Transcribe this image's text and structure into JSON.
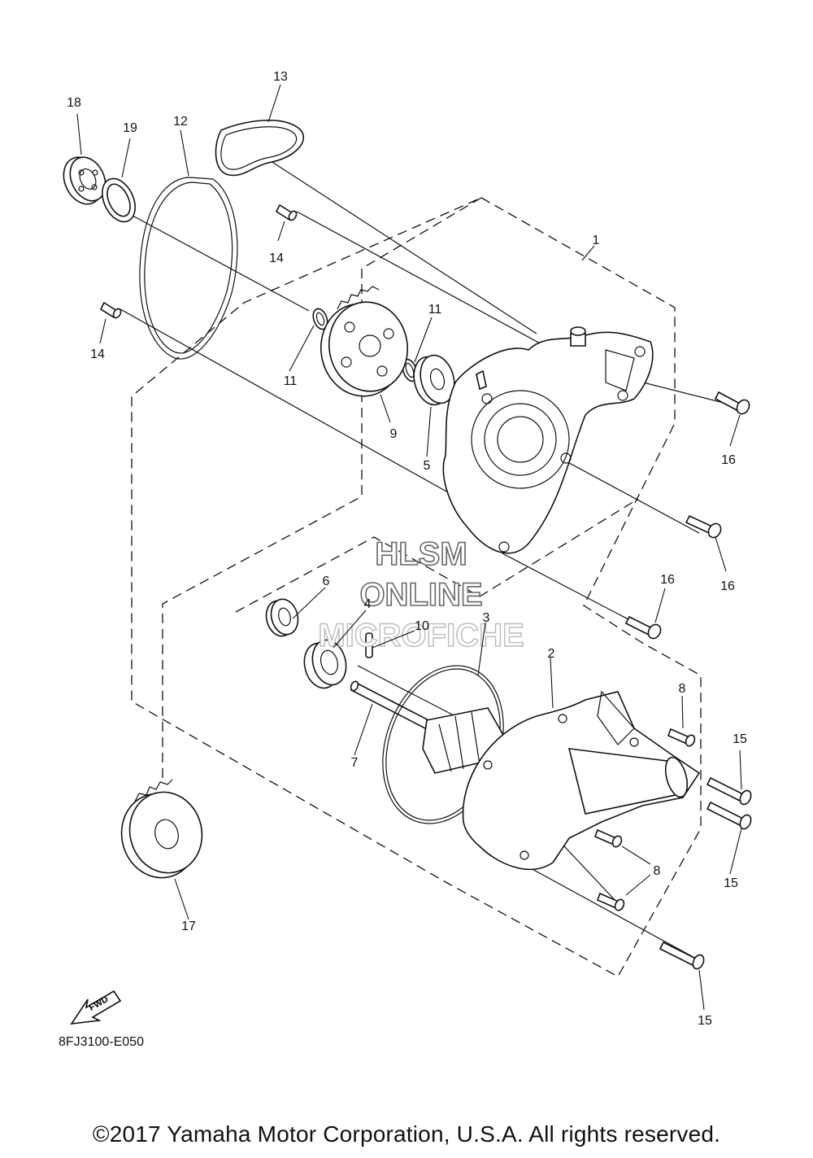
{
  "callouts": {
    "c1": "1",
    "c2": "2",
    "c3": "3",
    "c4": "4",
    "c5": "5",
    "c6": "6",
    "c7": "7",
    "c8a": "8",
    "c8b": "8",
    "c9": "9",
    "c10": "10",
    "c11a": "11",
    "c11b": "11",
    "c12": "12",
    "c13": "13",
    "c14a": "14",
    "c14b": "14",
    "c15a": "15",
    "c15b": "15",
    "c15c": "15",
    "c16a": "16",
    "c16b": "16",
    "c16c": "16",
    "c17": "17",
    "c18": "18",
    "c19": "19"
  },
  "watermark": {
    "line1": "HLSM",
    "line2": "ONLINE",
    "line3": "MICROFICHE"
  },
  "fwd_label": "FWD",
  "diagram_code": "8FJ3100-E050",
  "copyright": "©2017 Yamaha Motor Corporation, U.S.A. All rights reserved."
}
